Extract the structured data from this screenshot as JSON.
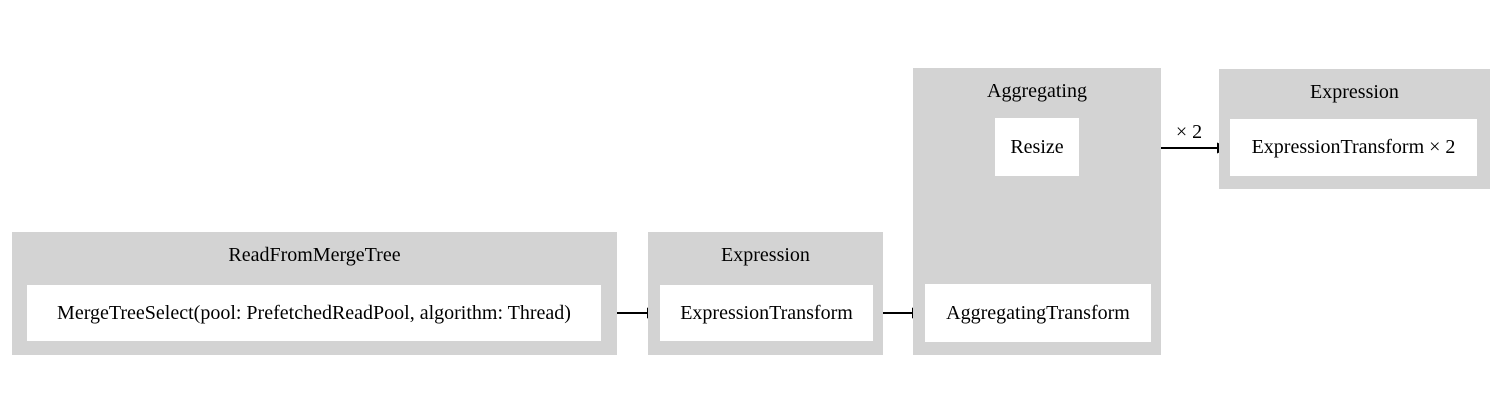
{
  "diagram": {
    "type": "query-pipeline-graph",
    "colors": {
      "canvas_bg": "#ffffff",
      "cluster_bg": "#d3d3d3",
      "node_bg": "#ffffff",
      "edge": "#000000",
      "text": "#000000"
    },
    "clusters": [
      {
        "title": "ReadFromMergeTree",
        "nodes": [
          {
            "label": "MergeTreeSelect(pool: PrefetchedReadPool, algorithm: Thread)"
          }
        ]
      },
      {
        "title": "Expression",
        "nodes": [
          {
            "label": "ExpressionTransform"
          }
        ]
      },
      {
        "title": "Aggregating",
        "nodes": [
          {
            "label": "Resize"
          },
          {
            "label": "AggregatingTransform"
          }
        ]
      },
      {
        "title": "Expression",
        "nodes": [
          {
            "label": "ExpressionTransform × 2"
          }
        ]
      }
    ],
    "edges": [
      {
        "from": "MergeTreeSelect(pool: PrefetchedReadPool, algorithm: Thread)",
        "to": "ExpressionTransform",
        "label": ""
      },
      {
        "from": "ExpressionTransform",
        "to": "AggregatingTransform",
        "label": ""
      },
      {
        "from": "AggregatingTransform",
        "to": "Resize",
        "label": ""
      },
      {
        "from": "Resize",
        "to": "ExpressionTransform × 2",
        "label": "× 2"
      }
    ]
  }
}
